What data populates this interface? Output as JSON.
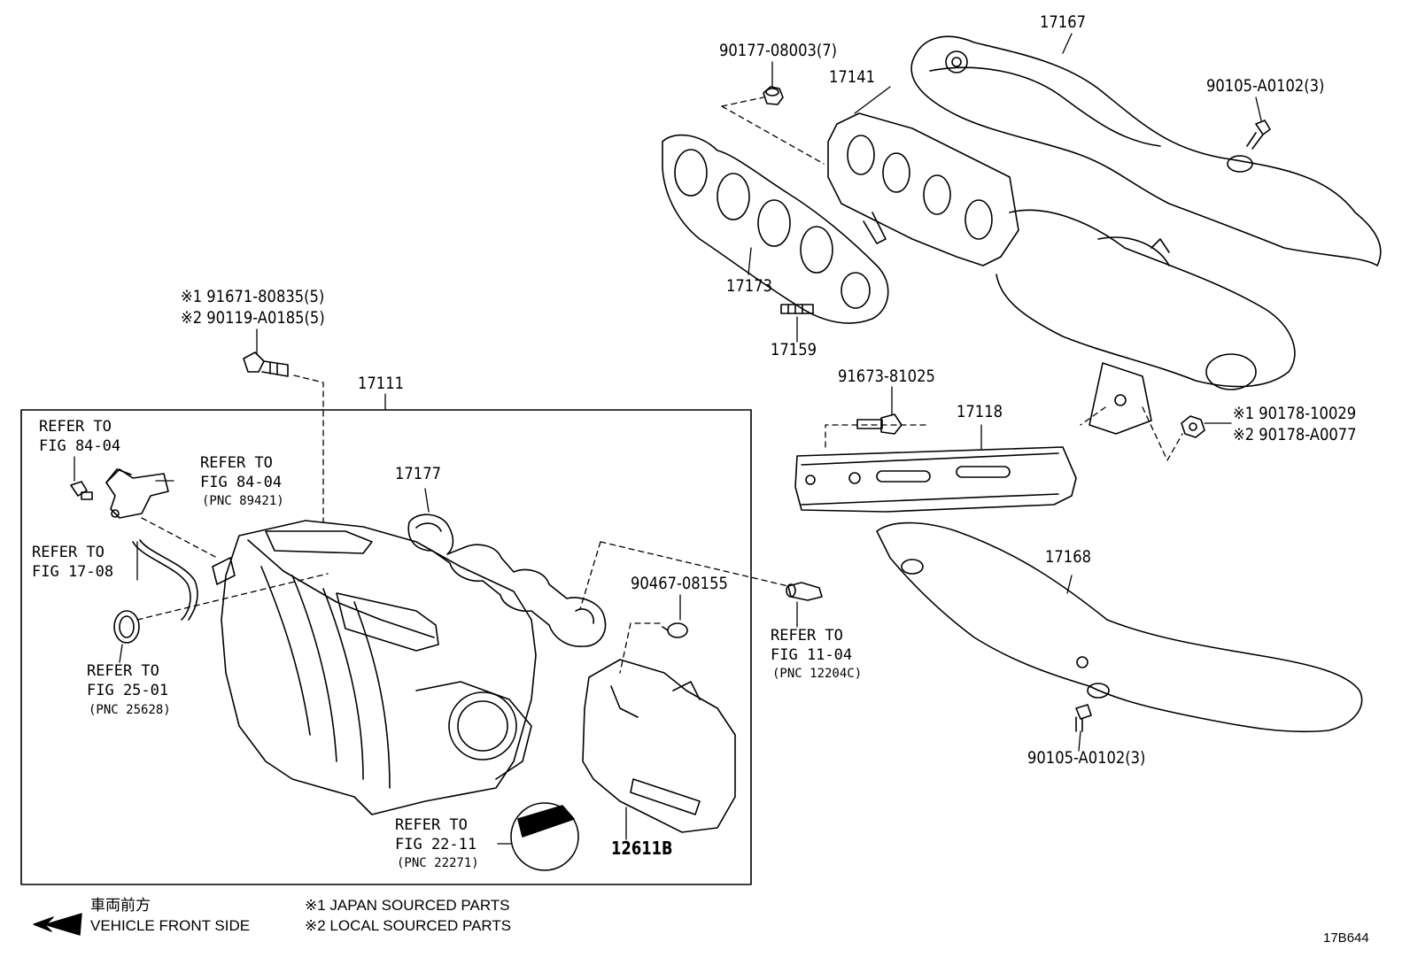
{
  "diagram_code": "17B644",
  "parts": {
    "p17167": "17167",
    "p90177": "90177-08003(7)",
    "p17141": "17141",
    "p90105_top": "90105-A0102(3)",
    "p17173": "17173",
    "p17159": "17159",
    "p91671": "※1 91671-80835(5)",
    "p90119": "※2 90119-A0185(5)",
    "p17111": "17111",
    "p91673": "91673-81025",
    "p17118": "17118",
    "p90178_1": "※1 90178-10029",
    "p90178_2": "※2 90178-A0077",
    "p17177": "17177",
    "p90467": "90467-08155",
    "p17168": "17168",
    "p90105_bottom": "90105-A0102(3)",
    "p12611": "12611B"
  },
  "refs": {
    "r1": [
      "REFER TO",
      "FIG 84-04"
    ],
    "r2": [
      "REFER TO",
      "FIG 84-04",
      "(PNC 89421)"
    ],
    "r3": [
      "REFER TO",
      "FIG 17-08"
    ],
    "r4": [
      "REFER TO",
      "FIG 25-01",
      "(PNC 25628)"
    ],
    "r5": [
      "REFER TO",
      "FIG 11-04",
      "(PNC 12204C)"
    ],
    "r6": [
      "REFER TO",
      "FIG 22-11",
      "(PNC 22271)"
    ]
  },
  "legend": {
    "direction_jp": "車両前方",
    "direction_en": "VEHICLE FRONT SIDE",
    "note1": "※1 JAPAN SOURCED PARTS",
    "note2": "※2 LOCAL SOURCED PARTS"
  }
}
